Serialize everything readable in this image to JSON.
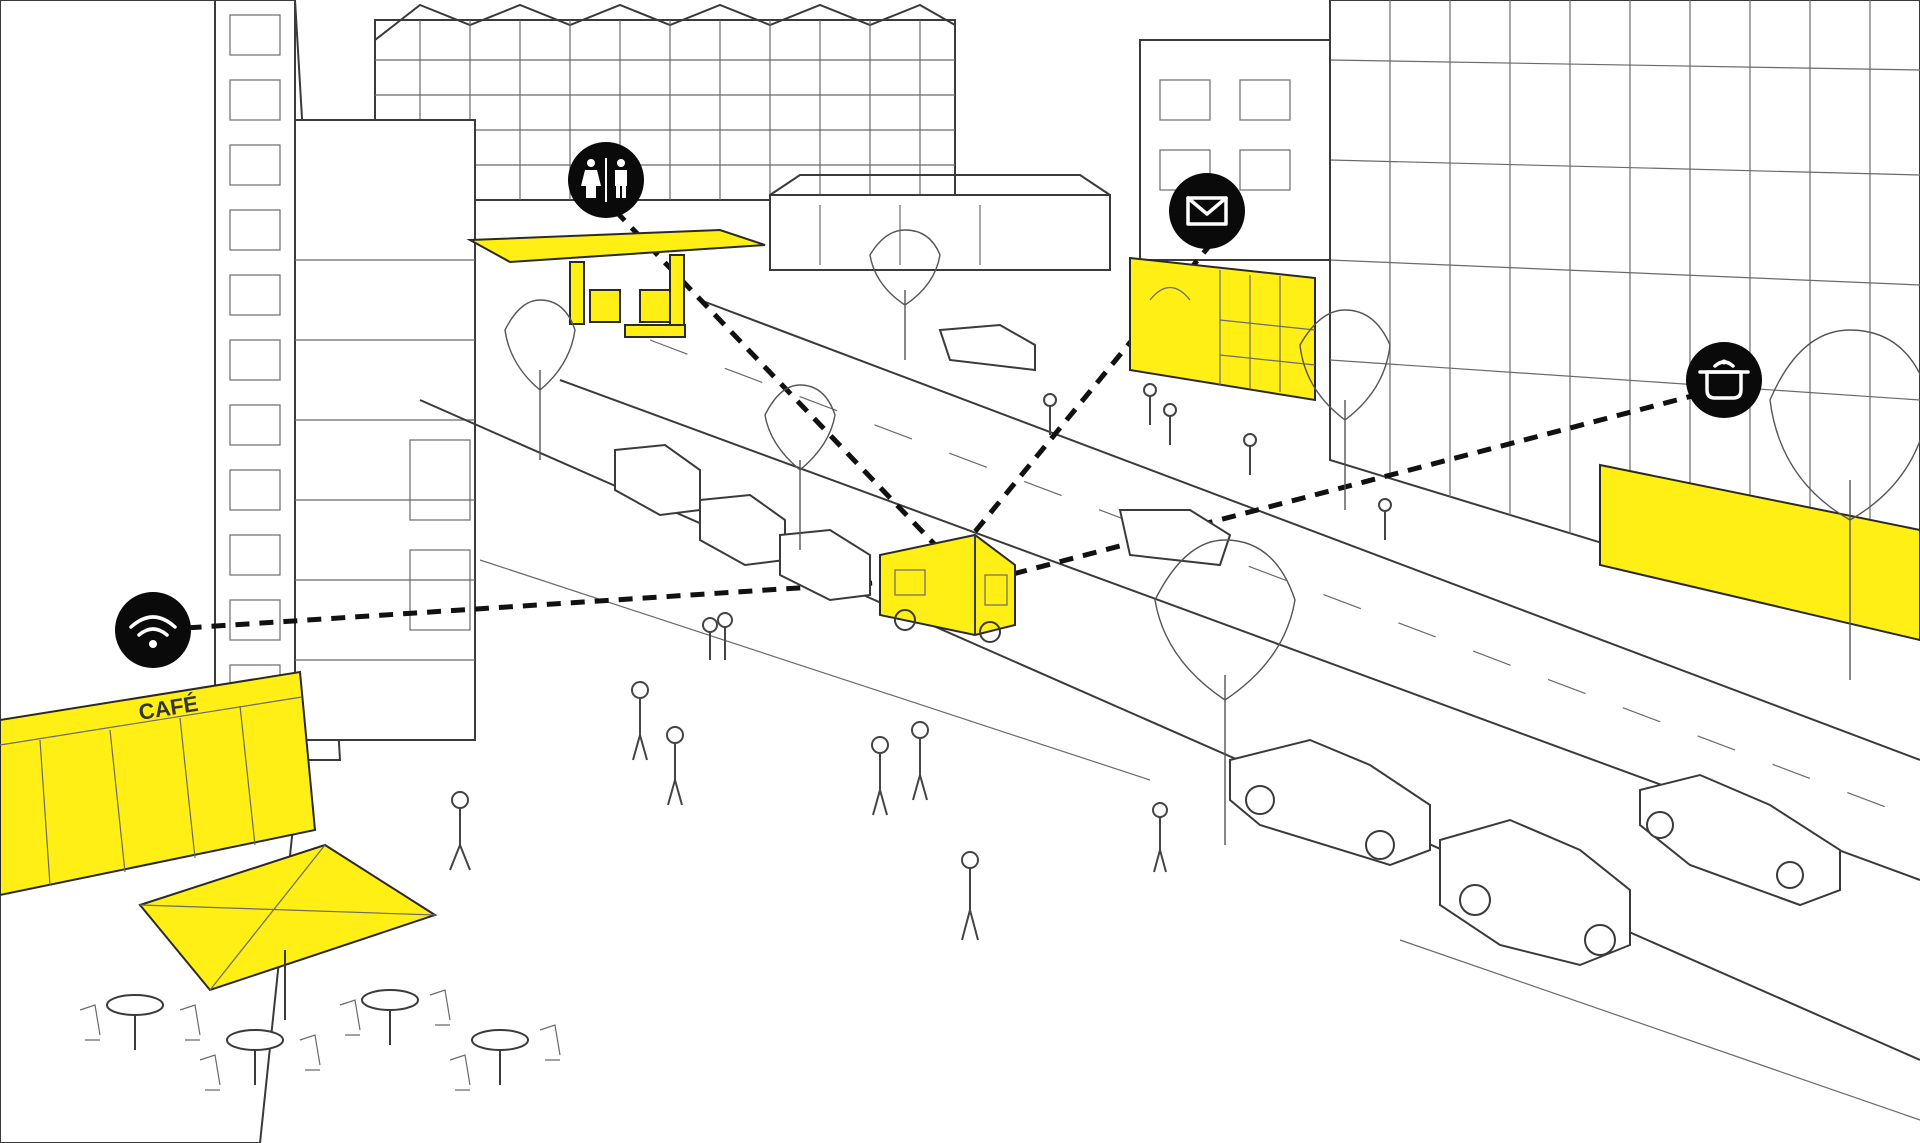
{
  "colors": {
    "highlight": "#ffef14",
    "line": "#3a3a3a",
    "icon_bg": "#0a0a0a",
    "background": "#ffffff"
  },
  "cafe": {
    "sign": "CAFÉ"
  },
  "points_of_interest": [
    {
      "key": "wifi",
      "icon": "wifi-icon"
    },
    {
      "key": "toilets",
      "icon": "restroom-icon"
    },
    {
      "key": "mail",
      "icon": "envelope-icon"
    },
    {
      "key": "cooking",
      "icon": "cooking-pot-icon"
    }
  ],
  "highlighted_features": [
    "cafe-storefront",
    "cafe-umbrella",
    "gas-station-canopy",
    "post-office-storefront",
    "shop-storefront-right",
    "mobile-trailer"
  ]
}
